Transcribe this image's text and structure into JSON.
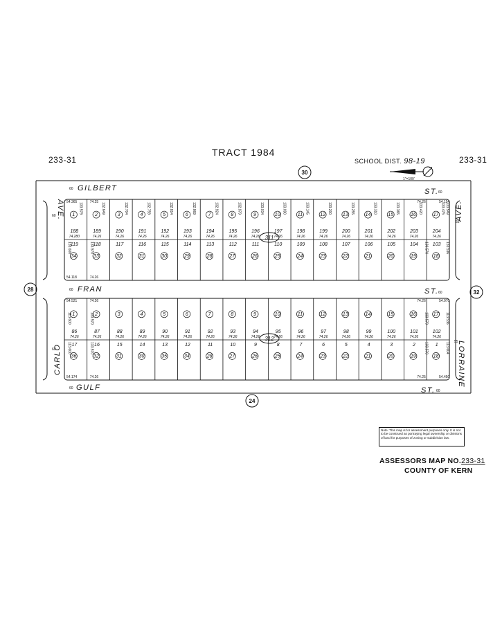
{
  "title": "TRACT 1984",
  "map_number_left": "233-31",
  "map_number_right": "233-31",
  "school_dist_label": "SCHOOL DIST.",
  "school_dist_value": "98-19",
  "scale": "1\"=100'",
  "streets": {
    "gilbert": "GILBERT",
    "fran": "FRAN",
    "gulf": "GULF",
    "st": "ST.",
    "carlo": "CARLO",
    "ave": "AVE.",
    "lorraine": "LORRAINE"
  },
  "street_widths": {
    "gilbert": "60",
    "fran": "60",
    "gulf": "60",
    "carlo": "60",
    "lorraine": "55"
  },
  "circled_refs": [
    "30",
    "28",
    "32",
    "24"
  ],
  "map_page_refs": [
    "311",
    "312"
  ],
  "block_north": {
    "top_lots": [
      {
        "parcel": "1",
        "lot": "188",
        "width": "74.280"
      },
      {
        "parcel": "2",
        "lot": "189",
        "width": "74.26"
      },
      {
        "parcel": "3",
        "lot": "190",
        "width": "74.26"
      },
      {
        "parcel": "4",
        "lot": "191",
        "width": "74.26"
      },
      {
        "parcel": "5",
        "lot": "192",
        "width": "74.26"
      },
      {
        "parcel": "6",
        "lot": "193",
        "width": "74.26"
      },
      {
        "parcel": "7",
        "lot": "194",
        "width": "74.26"
      },
      {
        "parcel": "8",
        "lot": "195",
        "width": "74.26"
      },
      {
        "parcel": "9",
        "lot": "196",
        "width": "74.26"
      },
      {
        "parcel": "10",
        "lot": "197",
        "width": "74.26"
      },
      {
        "parcel": "11",
        "lot": "198",
        "width": "74.26"
      },
      {
        "parcel": "12",
        "lot": "199",
        "width": "74.26"
      },
      {
        "parcel": "13",
        "lot": "200",
        "width": "74.26"
      },
      {
        "parcel": "14",
        "lot": "201",
        "width": "74.26"
      },
      {
        "parcel": "15",
        "lot": "202",
        "width": "74.26"
      },
      {
        "parcel": "16",
        "lot": "203",
        "width": "74.26"
      },
      {
        "parcel": "17",
        "lot": "204",
        "width": "74.26"
      }
    ],
    "top_depths": [
      "133.579",
      "132.649",
      "132.704",
      "132.759",
      "132.814",
      "132.869",
      "132.924",
      "132.979",
      "133.034",
      "133.090",
      "133.145",
      "133.200",
      "133.255",
      "133.310",
      "133.365",
      "133.420",
      "133.475"
    ],
    "bottom_lots": [
      {
        "parcel": "34",
        "lot": "119"
      },
      {
        "parcel": "33",
        "lot": "118"
      },
      {
        "parcel": "32",
        "lot": "117"
      },
      {
        "parcel": "31",
        "lot": "116"
      },
      {
        "parcel": "30",
        "lot": "115"
      },
      {
        "parcel": "29",
        "lot": "114"
      },
      {
        "parcel": "28",
        "lot": "113"
      },
      {
        "parcel": "27",
        "lot": "112"
      },
      {
        "parcel": "26",
        "lot": "111"
      },
      {
        "parcel": "25",
        "lot": "110"
      },
      {
        "parcel": "24",
        "lot": "109"
      },
      {
        "parcel": "23",
        "lot": "108"
      },
      {
        "parcel": "22",
        "lot": "107"
      },
      {
        "parcel": "21",
        "lot": "106"
      },
      {
        "parcel": "20",
        "lot": "105"
      },
      {
        "parcel": "19",
        "lot": "104"
      },
      {
        "parcel": "18",
        "lot": "103"
      }
    ],
    "corner_top_left": "54.365",
    "corner_top_left_2": "74.25",
    "corner_top_right": "54.154",
    "corner_top_right_2": "74.26",
    "corner_bottom_left": "54.118",
    "corner_bottom_left_2": "74.26",
    "left_depth": "133.600",
    "left_depth_2": "133.570",
    "right_depth": "133.570",
    "right_depth_2": "133.536",
    "right_side": "133.549"
  },
  "block_south": {
    "top_lots": [
      {
        "parcel": "1",
        "lot": "86",
        "width": "74.26"
      },
      {
        "parcel": "2",
        "lot": "87",
        "width": "74.26"
      },
      {
        "parcel": "3",
        "lot": "88",
        "width": "74.26"
      },
      {
        "parcel": "4",
        "lot": "89",
        "width": "74.26"
      },
      {
        "parcel": "5",
        "lot": "90",
        "width": "74.26"
      },
      {
        "parcel": "6",
        "lot": "91",
        "width": "74.26"
      },
      {
        "parcel": "7",
        "lot": "92",
        "width": "74.26"
      },
      {
        "parcel": "8",
        "lot": "93",
        "width": "74.26"
      },
      {
        "parcel": "9",
        "lot": "94",
        "width": "74.26"
      },
      {
        "parcel": "10",
        "lot": "95",
        "width": "74.26"
      },
      {
        "parcel": "11",
        "lot": "96",
        "width": "74.26"
      },
      {
        "parcel": "12",
        "lot": "97",
        "width": "74.26"
      },
      {
        "parcel": "13",
        "lot": "98",
        "width": "74.26"
      },
      {
        "parcel": "14",
        "lot": "99",
        "width": "74.26"
      },
      {
        "parcel": "15",
        "lot": "100",
        "width": "74.26"
      },
      {
        "parcel": "16",
        "lot": "101",
        "width": "74.26"
      },
      {
        "parcel": "17",
        "lot": "102",
        "width": "74.26"
      }
    ],
    "bottom_lots": [
      {
        "parcel": "36",
        "lot": "17"
      },
      {
        "parcel": "32",
        "lot": "16"
      },
      {
        "parcel": "31",
        "lot": "15"
      },
      {
        "parcel": "30",
        "lot": "14"
      },
      {
        "parcel": "35",
        "lot": "13"
      },
      {
        "parcel": "34",
        "lot": "12"
      },
      {
        "parcel": "28",
        "lot": "11"
      },
      {
        "parcel": "27",
        "lot": "10"
      },
      {
        "parcel": "26",
        "lot": "9"
      },
      {
        "parcel": "25",
        "lot": "8"
      },
      {
        "parcel": "24",
        "lot": "7"
      },
      {
        "parcel": "23",
        "lot": "6"
      },
      {
        "parcel": "22",
        "lot": "5"
      },
      {
        "parcel": "21",
        "lot": "4"
      },
      {
        "parcel": "20",
        "lot": "3"
      },
      {
        "parcel": "19",
        "lot": "2"
      },
      {
        "parcel": "18",
        "lot": "1"
      }
    ],
    "corner_top_left": "54.521",
    "corner_top_left_2": "74.26",
    "corner_top_right": "54.070",
    "corner_top_right_2": "74.26",
    "corner_bottom_left": "54.174",
    "corner_bottom_left_2": "74.26",
    "corner_bottom_right": "54.450",
    "corner_bottom_right_2": "74.25",
    "left_depth": "113.600",
    "left_depth_2": "133.570",
    "left_depth_3": "113.600",
    "left_depth_4": "133.570",
    "right_depth": "133.570",
    "right_depth_2": "113.604",
    "right_depth_3": "133.570",
    "right_depth_4": "113.536"
  },
  "note": "Note: This map is for assessment purposes only. It is not to be construed as portraying legal ownership or divisions of land for purposes of zoning or subdivision law.",
  "assessor_label": "ASSESSORS MAP NO.",
  "assessor_number": "233-31",
  "county": "COUNTY OF KERN"
}
